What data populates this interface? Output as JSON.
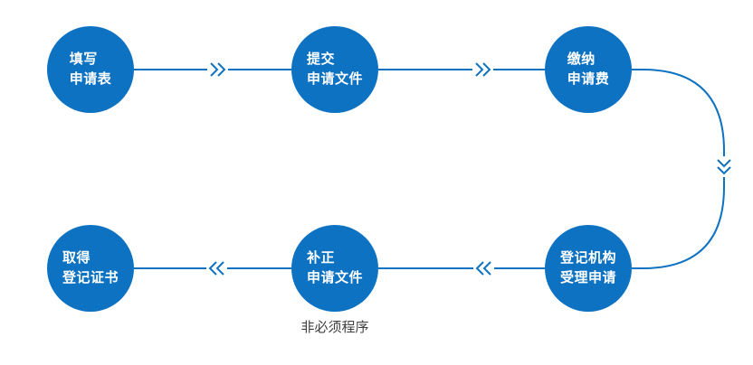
{
  "colors": {
    "accent": "#0e72c3",
    "background": "#ffffff",
    "step_text": "#ffffff",
    "note_text": "#3f3f3f"
  },
  "diagram": {
    "type": "flowchart",
    "steps": [
      {
        "id": 1,
        "lines": [
          "填写",
          "申请表"
        ]
      },
      {
        "id": 2,
        "lines": [
          "提交",
          "申请文件"
        ]
      },
      {
        "id": 3,
        "lines": [
          "缴纳",
          "申请费"
        ]
      },
      {
        "id": 4,
        "lines": [
          "登记机构",
          "受理申请"
        ]
      },
      {
        "id": 5,
        "lines": [
          "补正",
          "申请文件"
        ]
      },
      {
        "id": 6,
        "lines": [
          "取得",
          "登记证书"
        ]
      }
    ],
    "connectors": [
      {
        "from": 1,
        "to": 2,
        "direction": "right",
        "icon": "chevron-right-icon"
      },
      {
        "from": 2,
        "to": 3,
        "direction": "right",
        "icon": "chevron-right-icon"
      },
      {
        "from": 3,
        "to": 4,
        "direction": "down-curve",
        "icon": "chevron-down-icon"
      },
      {
        "from": 4,
        "to": 5,
        "direction": "left",
        "icon": "chevron-left-icon"
      },
      {
        "from": 5,
        "to": 6,
        "direction": "left",
        "icon": "chevron-left-icon"
      }
    ],
    "note": {
      "label": "非必须程序",
      "attached_to_step": 5
    },
    "icons": {
      "chevron-right-icon": "»",
      "chevron-left-icon": "«",
      "chevron-down-icon": "⌄"
    }
  }
}
